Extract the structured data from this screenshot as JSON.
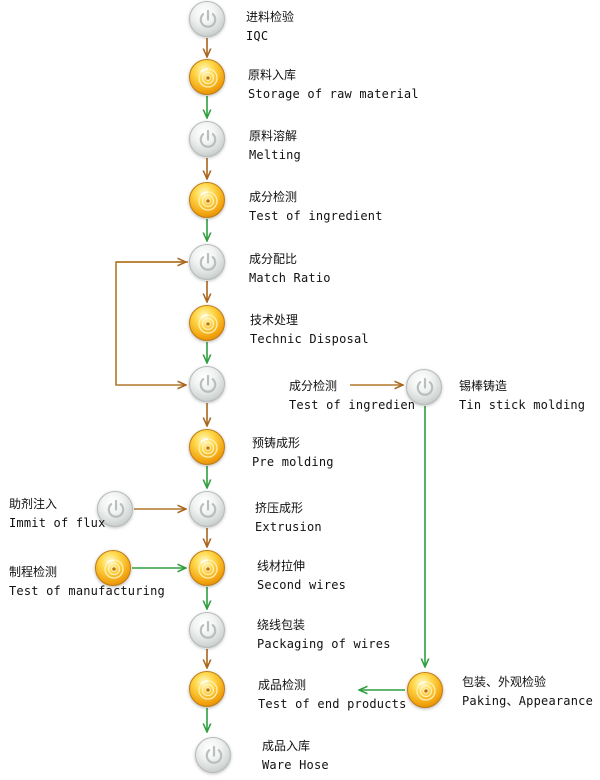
{
  "colors": {
    "connector_down_to_gold": "#a8651c",
    "connector_down_to_gray": "#2f9e3e",
    "loop_connector": "#b07628",
    "node_gray": "#dcdfdd",
    "node_gold": "#f3a81a"
  },
  "icons": {
    "gray_node": "power-icon",
    "gold_node": "cd-disc-icon"
  },
  "steps": [
    {
      "cn": "进料检验",
      "en": "IQC"
    },
    {
      "cn": "原料入库",
      "en": "Storage of raw material"
    },
    {
      "cn": "原料溶解",
      "en": "Melting"
    },
    {
      "cn": "成分检测",
      "en": "Test of ingredient"
    },
    {
      "cn": "成分配比",
      "en": "Match Ratio"
    },
    {
      "cn": "技术处理",
      "en": "Technic Disposal"
    },
    {
      "cn": "",
      "en": ""
    },
    {
      "cn": "预铸成形",
      "en": "Pre molding"
    },
    {
      "cn": "挤压成形",
      "en": "Extrusion"
    },
    {
      "cn": "线材拉伸",
      "en": "Second wires"
    },
    {
      "cn": "绕线包装",
      "en": "Packaging of wires"
    },
    {
      "cn": "成品检测",
      "en": "Test of end products"
    },
    {
      "cn": "成品入库",
      "en": "Ware Hose"
    }
  ],
  "side_steps": {
    "ingredient_test": {
      "cn": "成分检测",
      "en": "Test of ingredien"
    },
    "tin_stick": {
      "cn": "锡棒铸造",
      "en": "Tin stick molding"
    },
    "flux": {
      "cn": "助剂注入",
      "en": "Immit of flux"
    },
    "manufacturing_test": {
      "cn": "制程检测",
      "en": "Test of manufacturing"
    },
    "packing_appearance": {
      "cn": "包装、外观检验",
      "en": "Paking、Appearance"
    }
  }
}
